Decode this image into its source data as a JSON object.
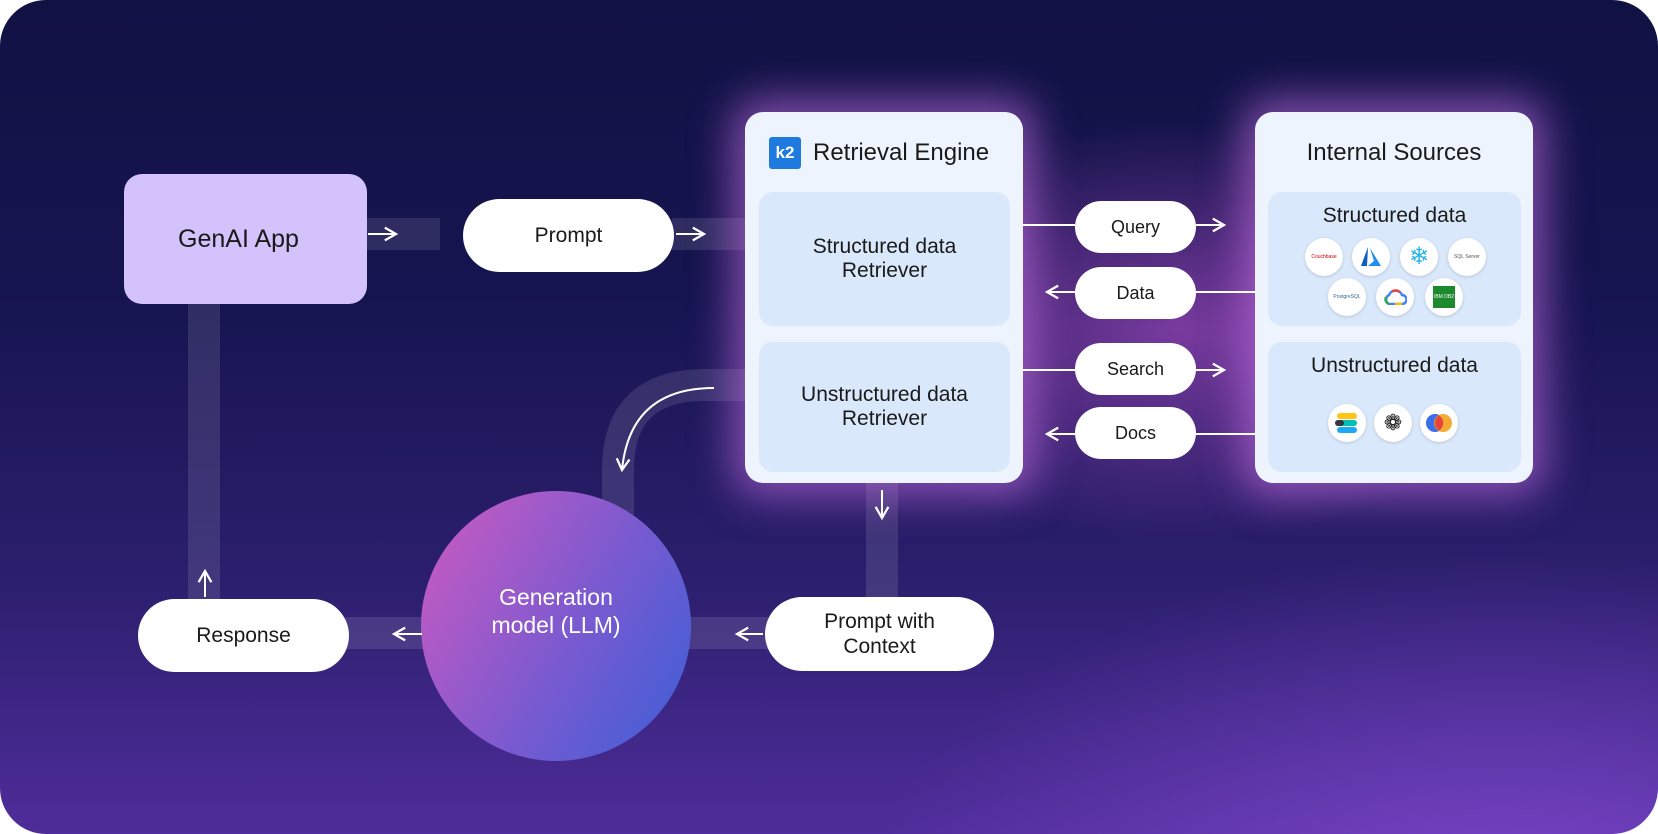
{
  "nodes": {
    "genai_app": "GenAI App",
    "prompt": "Prompt",
    "response": "Response",
    "generation_model": "Generation\nmodel (LLM)",
    "prompt_with_context": "Prompt with\nContext"
  },
  "retrieval_engine": {
    "logo_text": "k2",
    "title": "Retrieval Engine",
    "structured_retriever": "Structured data\nRetriever",
    "unstructured_retriever": "Unstructured data\nRetriever"
  },
  "connectors": {
    "query": "Query",
    "data": "Data",
    "search": "Search",
    "docs": "Docs"
  },
  "internal_sources": {
    "title": "Internal Sources",
    "structured_title": "Structured data",
    "unstructured_title": "Unstructured data",
    "structured_logos": [
      {
        "icon": "couchbase-logo",
        "text": "Couchbase"
      },
      {
        "icon": "azure-logo",
        "text": ""
      },
      {
        "icon": "snowflake-logo",
        "text": ""
      },
      {
        "icon": "sql-server-logo",
        "text": "SQL Server"
      },
      {
        "icon": "postgresql-logo",
        "text": "PostgreSQL"
      },
      {
        "icon": "google-cloud-logo",
        "text": ""
      },
      {
        "icon": "ibm-db2-logo",
        "text": "IBM DB2"
      }
    ],
    "unstructured_logos": [
      {
        "icon": "elastic-logo"
      },
      {
        "icon": "openai-logo"
      },
      {
        "icon": "overlapping-circles-logo"
      }
    ]
  },
  "colors": {
    "background_top": "#111244",
    "background_bottom": "#4f2d9a",
    "genai_app_fill": "#d3c2fb",
    "panel_fill": "#eef4fd",
    "subbox_fill": "#d9e8fb",
    "llm_gradient_start": "#d25ac2",
    "llm_gradient_end": "#3e62d4",
    "glow": "#d678f0"
  }
}
